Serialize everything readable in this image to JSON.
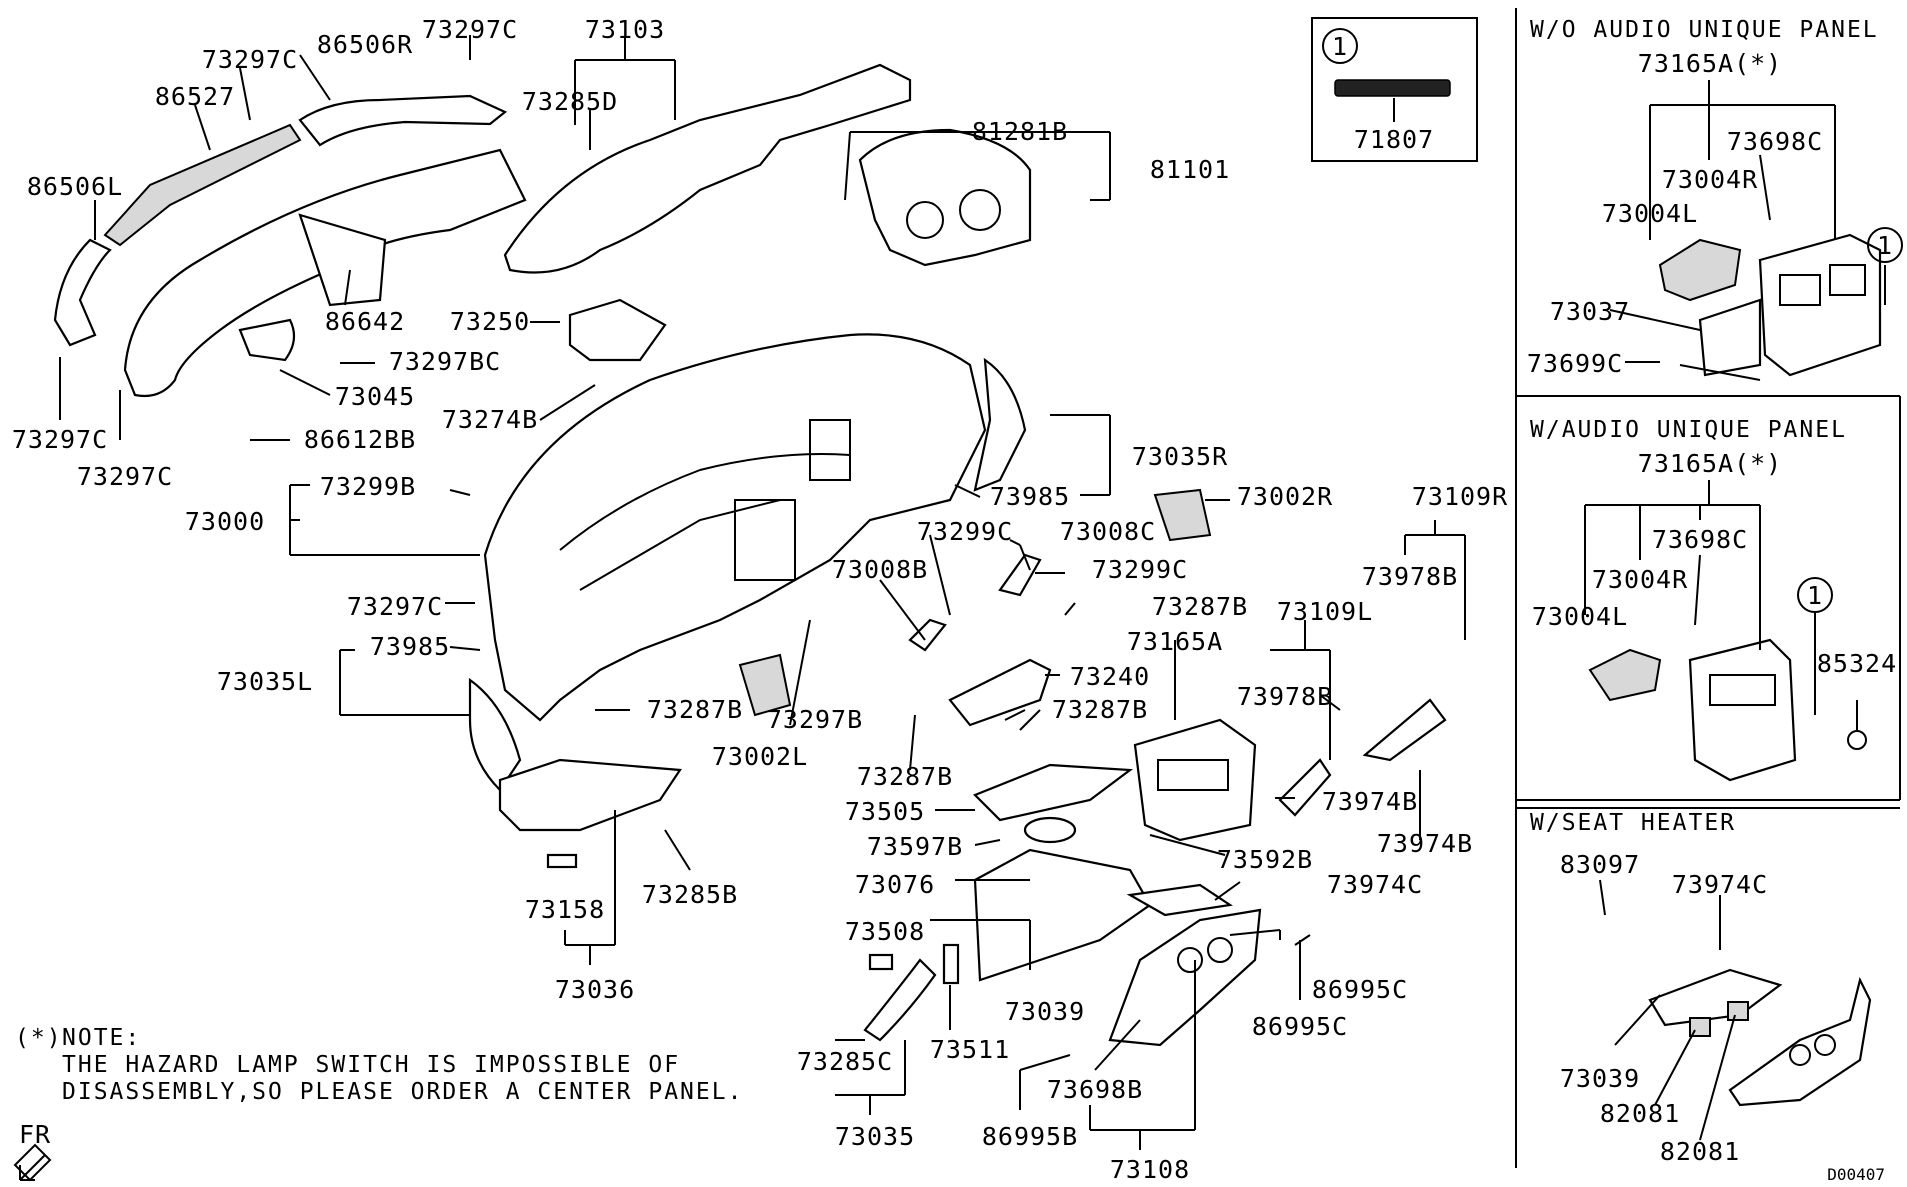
{
  "diagram": {
    "drawing_code": "D00407",
    "fr_label": "FR",
    "note": {
      "marker": "(*)",
      "title": "NOTE:",
      "line1": "THE HAZARD LAMP SWITCH IS IMPOSSIBLE OF",
      "line2": "DISASSEMBLY,SO PLEASE ORDER A CENTER PANEL."
    },
    "callout_box": {
      "marker": "1",
      "part": "71807"
    },
    "panels": {
      "wo_audio": {
        "title": "W/O AUDIO UNIQUE PANEL",
        "labels": [
          "73165A(*)",
          "73698C",
          "73004R",
          "73004L",
          "73037",
          "73699C"
        ],
        "marker": "1"
      },
      "w_audio": {
        "title": "W/AUDIO UNIQUE PANEL",
        "labels": [
          "73165A(*)",
          "73698C",
          "73004R",
          "73004L",
          "85324"
        ],
        "marker": "1"
      },
      "seat_heater": {
        "title": "W/SEAT HEATER",
        "labels": [
          "83097",
          "73974C",
          "73039",
          "82081",
          "82081"
        ]
      }
    },
    "labels": [
      "73297C",
      "86506R",
      "73103",
      "73297C",
      "86527",
      "73285D",
      "81281B",
      "81101",
      "86506L",
      "86642",
      "73250",
      "73297BC",
      "73045",
      "73274B",
      "86612BB",
      "73297C",
      "73297C",
      "73035R",
      "73985",
      "73002R",
      "73299B",
      "73000",
      "73109R",
      "73299C",
      "73008C",
      "73008B",
      "73299C",
      "73978B",
      "73287B",
      "73297C",
      "73109L",
      "73165A",
      "73985",
      "73240",
      "73035L",
      "73287B",
      "73978B",
      "73297B",
      "73287B",
      "73002L",
      "73287B",
      "73974B",
      "73505",
      "73974B",
      "73597B",
      "73592B",
      "73076",
      "73974C",
      "73158",
      "73285B",
      "73508",
      "86995C",
      "73036",
      "73039",
      "86995C",
      "73285C",
      "73511",
      "73698B",
      "73035",
      "86995B",
      "73108"
    ]
  }
}
